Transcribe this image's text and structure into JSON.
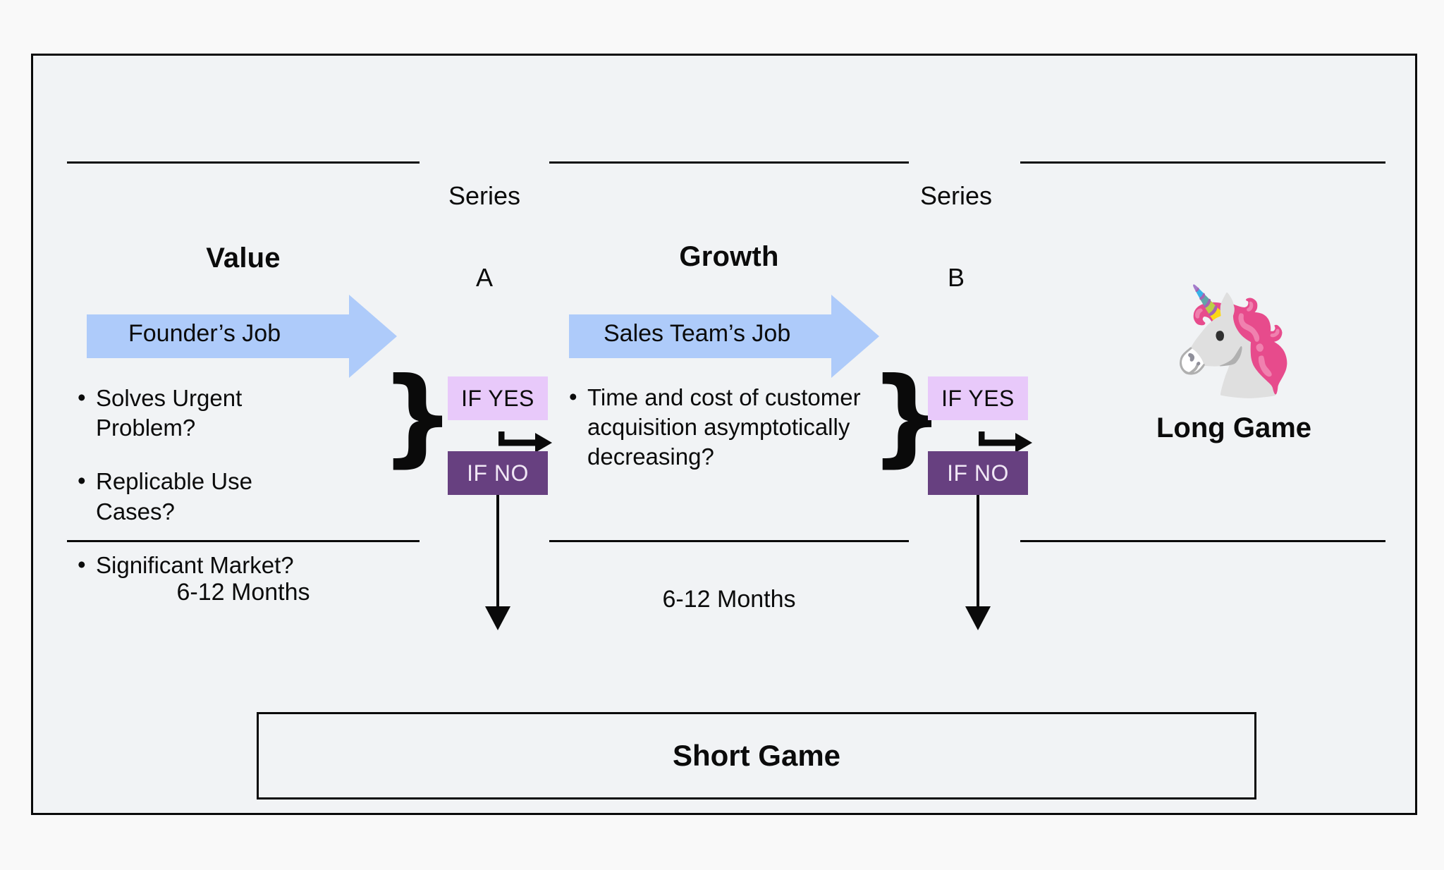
{
  "diagram": {
    "title_hidden": "",
    "background_color": "#f9f9f9",
    "panel_color": "#f1f3f5",
    "accent_blue": "#aecbfa",
    "accent_light_purple": "#e8c9fa",
    "accent_dark_purple": "#674080"
  },
  "stages": [
    {
      "id": "value",
      "title": "Value",
      "arrow_label": "Founder’s Job",
      "bullets": [
        "Solves Urgent Problem?",
        "Replicable Use Cases?",
        "Significant Market?"
      ],
      "duration": "6-12 Months",
      "yes_label": "IF YES",
      "no_label": "IF NO"
    },
    {
      "id": "growth",
      "title": "Growth",
      "arrow_label": "Sales Team’s Job",
      "bullets": [
        "Time and cost of customer acquisition asymptotically decreasing?"
      ],
      "duration": "6-12 Months",
      "yes_label": "IF YES",
      "no_label": "IF NO"
    }
  ],
  "milestones": [
    {
      "id": "series-a",
      "line1": "Series",
      "line2": "A"
    },
    {
      "id": "series-b",
      "line1": "Series",
      "line2": "B"
    }
  ],
  "outcomes": {
    "long_game": {
      "label": "Long Game",
      "emoji": "🦄",
      "emoji_name": "unicorn-face-emoji"
    },
    "short_game": {
      "label": "Short Game"
    }
  },
  "brace_glyph": "}"
}
